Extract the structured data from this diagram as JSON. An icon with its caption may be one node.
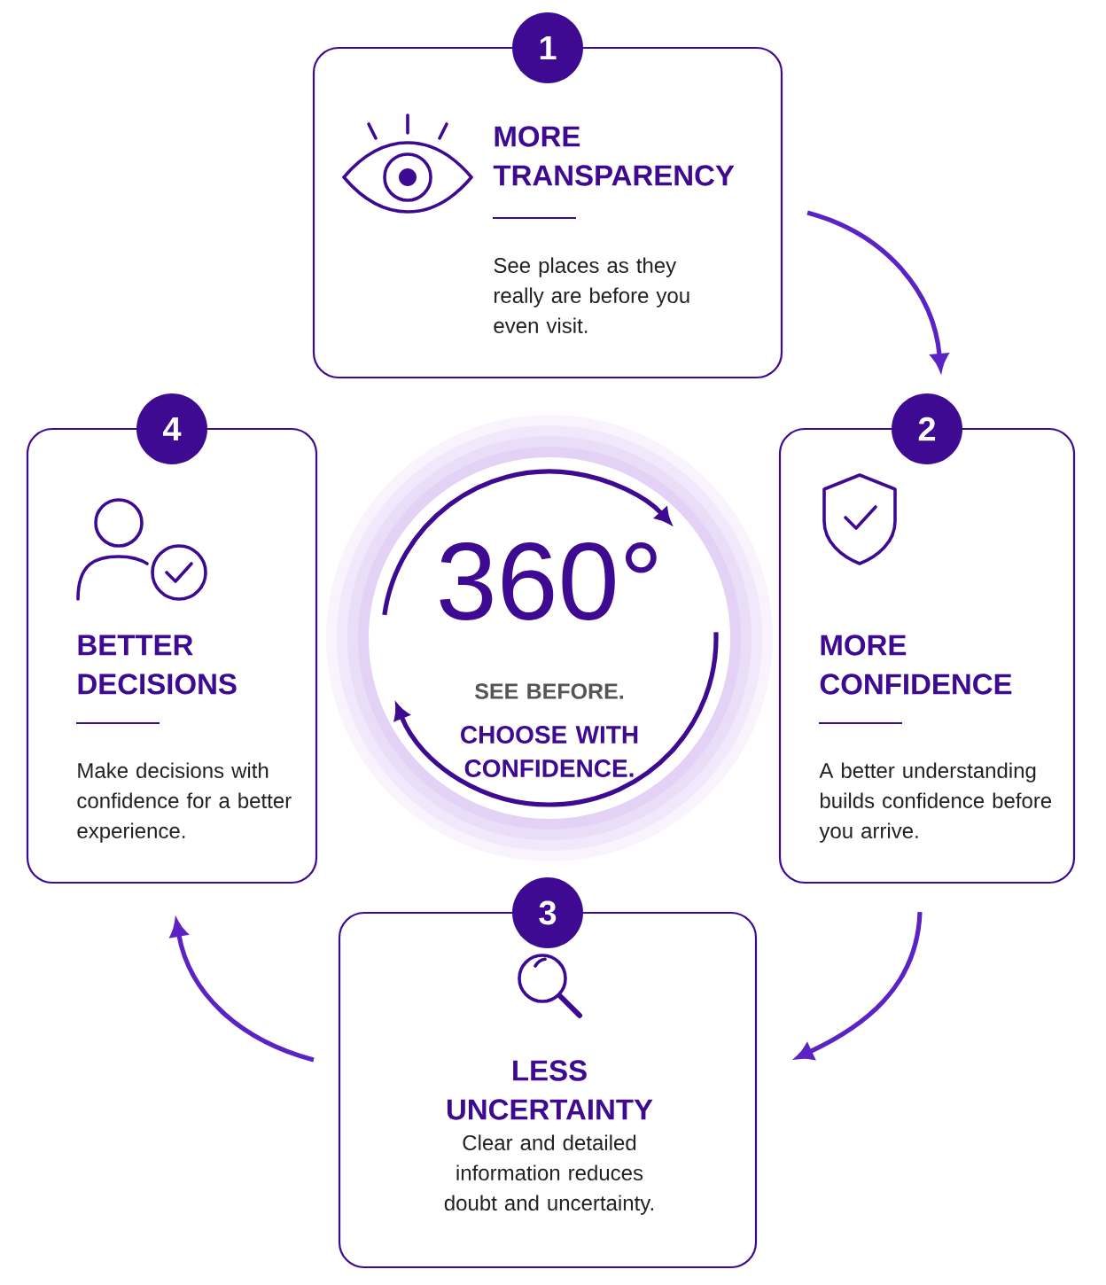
{
  "diagram": {
    "nodes": [
      {
        "text": [
          "1",
          "MORE TRANSPARENCY",
          "See places as they really are before you even visit."
        ]
      },
      {
        "text": [
          "2",
          "MORE CONFIDENCE",
          "A better understanding builds confidence before you arrive."
        ]
      },
      {
        "text": [
          "3",
          "LESS UNCERTAINTY",
          "Clear and detailed information reduces doubt and uncertainty."
        ]
      },
      {
        "text": [
          "4",
          "BETTER DECISIONS",
          "Make decisions with confidence for a better experience."
        ]
      },
      {
        "text": [
          "360°",
          "SEE BEFORE.",
          "CHOOSE WITH CONFIDENCE."
        ]
      }
    ],
    "edges": [
      {
        "from": 0,
        "to": 1,
        "arrow": "to"
      },
      {
        "from": 1,
        "to": 2,
        "arrow": "to"
      },
      {
        "from": 2,
        "to": 3,
        "arrow": "to"
      }
    ]
  }
}
